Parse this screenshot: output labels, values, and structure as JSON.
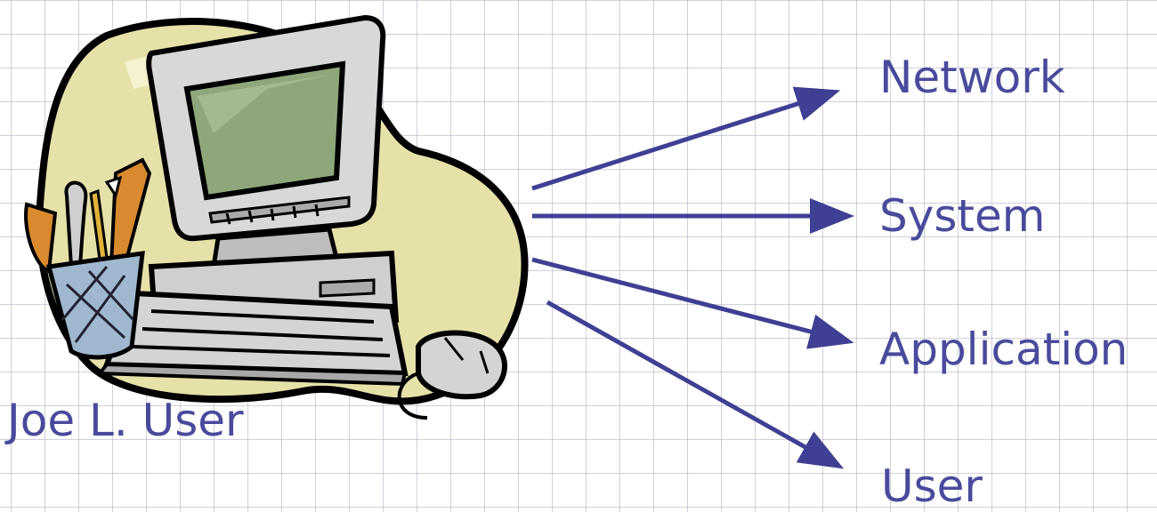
{
  "source": {
    "label": "Joe L. User"
  },
  "targets": [
    {
      "label": "Network"
    },
    {
      "label": "System"
    },
    {
      "label": "Application"
    },
    {
      "label": "User"
    }
  ],
  "colors": {
    "text": "#4a4a9c",
    "arrow": "#3f3f93",
    "blob": "#e6e1a9",
    "screen": "#8ea77a",
    "computer_body": "#cccccc"
  },
  "icons": [
    "computer-clipart",
    "pencil-cup",
    "mouse-icon"
  ]
}
